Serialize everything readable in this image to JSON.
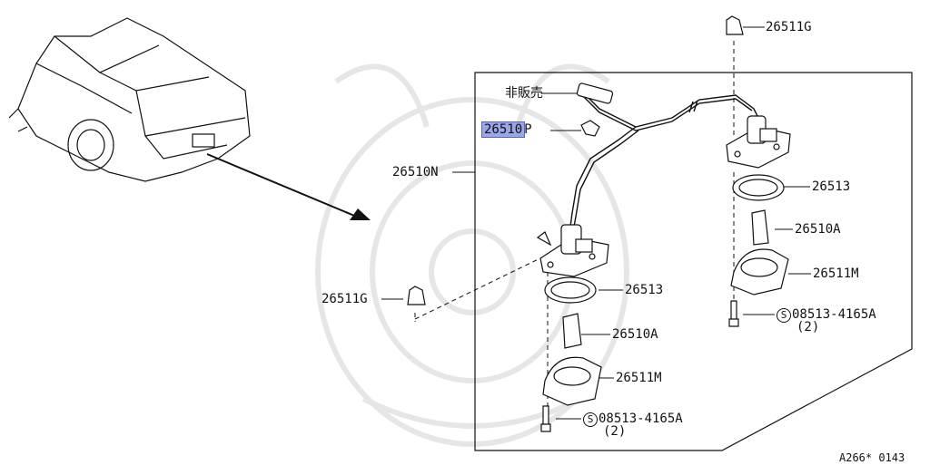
{
  "labels": {
    "not_for_sale": "非販売",
    "p_26510n": "26510N",
    "p_26510p_a": "26510",
    "p_26510p_b": "P",
    "p_26511g_top": "26511G",
    "p_26511g_left": "26511G",
    "p_26513_right": "26513",
    "p_26513_left": "26513",
    "p_26510a_right": "26510A",
    "p_26510a_left": "26510A",
    "p_26511m_right": "26511M",
    "p_26511m_left": "26511M",
    "screw_symbol": "S",
    "screw_right": "08513-4165A",
    "screw_right_qty": "(2)",
    "screw_left": "08513-4165A",
    "screw_left_qty": "(2)",
    "diagram_id": "A266* 0143"
  },
  "colors": {
    "highlight": "#9aa6e6",
    "line": "#111111",
    "watermark": "#e8e8e8"
  }
}
